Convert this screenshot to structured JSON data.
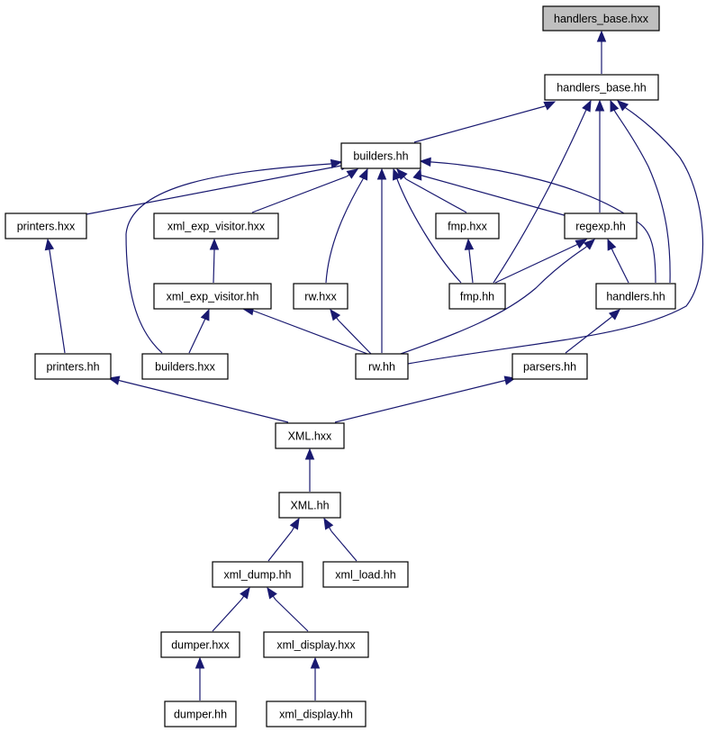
{
  "diagram": {
    "type": "include-dependency-graph",
    "colors": {
      "edge": "#191970",
      "root_fill": "#bfbfbf",
      "node_fill": "#ffffff",
      "node_border": "#000000"
    },
    "nodes": [
      {
        "id": "handlers_base_hxx",
        "label": "handlers_base.hxx",
        "root": true
      },
      {
        "id": "handlers_base_hh",
        "label": "handlers_base.hh"
      },
      {
        "id": "builders_hh",
        "label": "builders.hh"
      },
      {
        "id": "printers_hxx",
        "label": "printers.hxx"
      },
      {
        "id": "xml_exp_visitor_hxx",
        "label": "xml_exp_visitor.hxx"
      },
      {
        "id": "fmp_hxx",
        "label": "fmp.hxx"
      },
      {
        "id": "regexp_hh",
        "label": "regexp.hh"
      },
      {
        "id": "xml_exp_visitor_hh",
        "label": "xml_exp_visitor.hh"
      },
      {
        "id": "rw_hxx",
        "label": "rw.hxx"
      },
      {
        "id": "fmp_hh",
        "label": "fmp.hh"
      },
      {
        "id": "handlers_hh",
        "label": "handlers.hh"
      },
      {
        "id": "printers_hh",
        "label": "printers.hh"
      },
      {
        "id": "builders_hxx",
        "label": "builders.hxx"
      },
      {
        "id": "rw_hh",
        "label": "rw.hh"
      },
      {
        "id": "parsers_hh",
        "label": "parsers.hh"
      },
      {
        "id": "XML_hxx",
        "label": "XML.hxx"
      },
      {
        "id": "XML_hh",
        "label": "XML.hh"
      },
      {
        "id": "xml_dump_hh",
        "label": "xml_dump.hh"
      },
      {
        "id": "xml_load_hh",
        "label": "xml_load.hh"
      },
      {
        "id": "dumper_hxx",
        "label": "dumper.hxx"
      },
      {
        "id": "xml_display_hxx",
        "label": "xml_display.hxx"
      },
      {
        "id": "dumper_hh",
        "label": "dumper.hh"
      },
      {
        "id": "xml_display_hh",
        "label": "xml_display.hh"
      }
    ],
    "edges": [
      {
        "from": "handlers_base_hh",
        "to": "handlers_base_hxx"
      },
      {
        "from": "builders_hh",
        "to": "handlers_base_hh"
      },
      {
        "from": "fmp_hh",
        "to": "handlers_base_hh"
      },
      {
        "from": "regexp_hh",
        "to": "handlers_base_hh"
      },
      {
        "from": "handlers_hh",
        "to": "handlers_base_hh"
      },
      {
        "from": "rw_hh",
        "to": "handlers_base_hh"
      },
      {
        "from": "printers_hxx",
        "to": "builders_hh"
      },
      {
        "from": "xml_exp_visitor_hxx",
        "to": "builders_hh"
      },
      {
        "from": "builders_hxx",
        "to": "builders_hh"
      },
      {
        "from": "rw_hxx",
        "to": "builders_hh"
      },
      {
        "from": "rw_hh",
        "to": "builders_hh"
      },
      {
        "from": "fmp_hh",
        "to": "builders_hh"
      },
      {
        "from": "fmp_hxx",
        "to": "builders_hh"
      },
      {
        "from": "regexp_hh",
        "to": "builders_hh"
      },
      {
        "from": "handlers_hh",
        "to": "builders_hh"
      },
      {
        "from": "printers_hh",
        "to": "printers_hxx"
      },
      {
        "from": "xml_exp_visitor_hh",
        "to": "xml_exp_visitor_hxx"
      },
      {
        "from": "fmp_hh",
        "to": "fmp_hxx"
      },
      {
        "from": "fmp_hh",
        "to": "regexp_hh"
      },
      {
        "from": "handlers_hh",
        "to": "regexp_hh"
      },
      {
        "from": "rw_hh",
        "to": "regexp_hh"
      },
      {
        "from": "builders_hxx",
        "to": "xml_exp_visitor_hh"
      },
      {
        "from": "rw_hh",
        "to": "xml_exp_visitor_hh"
      },
      {
        "from": "rw_hh",
        "to": "rw_hxx"
      },
      {
        "from": "parsers_hh",
        "to": "handlers_hh"
      },
      {
        "from": "XML_hxx",
        "to": "printers_hh"
      },
      {
        "from": "XML_hxx",
        "to": "parsers_hh"
      },
      {
        "from": "XML_hh",
        "to": "XML_hxx"
      },
      {
        "from": "xml_dump_hh",
        "to": "XML_hh"
      },
      {
        "from": "xml_load_hh",
        "to": "XML_hh"
      },
      {
        "from": "dumper_hxx",
        "to": "xml_dump_hh"
      },
      {
        "from": "xml_display_hxx",
        "to": "xml_dump_hh"
      },
      {
        "from": "dumper_hh",
        "to": "dumper_hxx"
      },
      {
        "from": "xml_display_hh",
        "to": "xml_display_hxx"
      }
    ]
  }
}
